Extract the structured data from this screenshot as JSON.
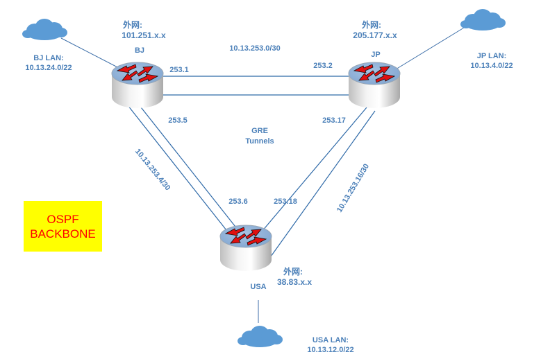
{
  "routers": {
    "bj": {
      "name": "BJ",
      "wan_title": "外网:",
      "wan_ip": "101.251.x.x",
      "lan_title": "BJ LAN:",
      "lan_net": "10.13.24.0/22"
    },
    "jp": {
      "name": "JP",
      "wan_title": "外网:",
      "wan_ip": "205.177.x.x",
      "lan_title": "JP LAN:",
      "lan_net": "10.13.4.0/22"
    },
    "usa": {
      "name": "USA",
      "wan_title": "外网:",
      "wan_ip": "38.83.x.x",
      "lan_title": "USA LAN:",
      "lan_net": "10.13.12.0/22"
    }
  },
  "links": {
    "bj_jp": {
      "subnet": "10.13.253.0/30",
      "bj_end": "253.1",
      "jp_end": "253.2"
    },
    "bj_usa": {
      "subnet": "10.13.253.4/30",
      "bj_end": "253.5",
      "usa_end": "253.6"
    },
    "jp_usa": {
      "subnet": "10.13.253.16/30",
      "jp_end": "253.17",
      "usa_end": "253.18"
    }
  },
  "center_label": {
    "line1": "GRE",
    "line2": "Tunnels"
  },
  "ospf_box": {
    "line1": "OSPF",
    "line2": "BACKBONE"
  },
  "colors": {
    "label": "#4a7fb8",
    "cloud": "#5b9bd5",
    "router_top": "#8fb1d8",
    "arrow": "#e01010",
    "ospf_bg": "#ffff00",
    "ospf_text": "#ff0000"
  }
}
